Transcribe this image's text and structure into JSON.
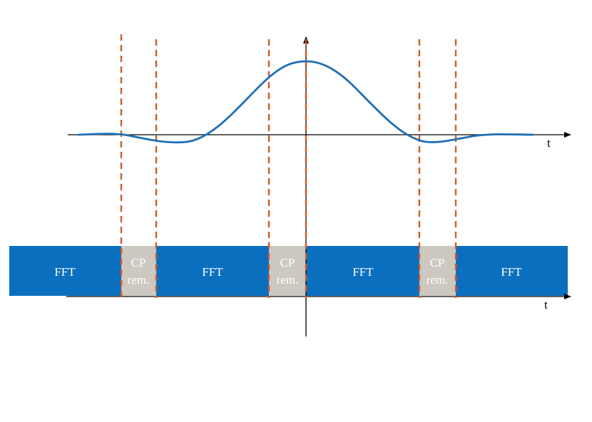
{
  "diagram": {
    "colors": {
      "pulse": "#1f6fb4",
      "fft_block": "#0b6fbf",
      "cp_block": "#cdc8c0",
      "boundary": "#d4582a",
      "axis": "#000000",
      "block_text": "#ffffff"
    },
    "axis_labels": {
      "top_t": "t",
      "bottom_t": "t"
    },
    "blocks": [
      {
        "kind": "fft",
        "label": "FFT"
      },
      {
        "kind": "cp",
        "line1": "CP",
        "line2": "rem."
      },
      {
        "kind": "fft",
        "label": "FFT"
      },
      {
        "kind": "cp",
        "line1": "CP",
        "line2": "rem."
      },
      {
        "kind": "fft",
        "label": "FFT"
      },
      {
        "kind": "cp",
        "line1": "CP",
        "line2": "rem."
      },
      {
        "kind": "fft",
        "label": "FFT"
      }
    ]
  }
}
